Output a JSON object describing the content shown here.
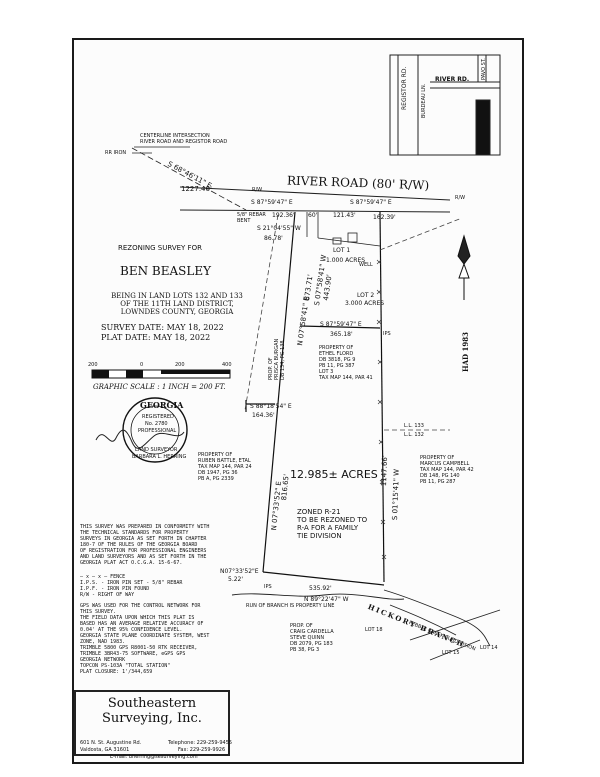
{
  "vicinity": {
    "registor_rd": "REGISTOR RD.",
    "river_rd": "RIVER RD.",
    "burdeau_ln": "BURDEAU LN.",
    "pavo_st": "PAVO ST.",
    "vertical_label": "HAD 1983"
  },
  "roads": {
    "river_road": "RIVER ROAD (80' R/W)",
    "rw_left": "R/W",
    "rw_right": "R/W",
    "hickory_branch": "HICKORY BRANCH"
  },
  "centerline": {
    "title": "CENTERLINE INTERSECTION",
    "subtitle": "RIVER ROAD AND REGISTOR ROAD",
    "rr_iron": "RR IRON",
    "bearing": "S 68°46'11\" E",
    "distance": "1227.46'"
  },
  "calls": {
    "top_line_bearing": "S 87°59'47\" E",
    "rebar_label": "5/8\" REBAR\nBENT",
    "dist_192": "192.36'",
    "dist_60": "60'",
    "dist_121": "121.43'",
    "dist_162": "162.39'",
    "bearing_21": "S 21°04'55\" W",
    "dist_86": "86.78'",
    "vertical_873": "873.71'",
    "bearing_07_58_41": "N 07°58'41\" E",
    "lot1_label": "LOT 1",
    "lot1_acres": "1.000 ACRES",
    "well": "WELL",
    "bearing_s07": "S 07°58'41\" W",
    "dist_443": "443.90'",
    "lot2_label": "LOT 2",
    "lot2_acres": "3.000 ACRES",
    "lot3_bearing": "S 87°59'47\" E",
    "lot3_dist": "365.18'",
    "ips": "IPS",
    "bearing_88": "S 88°18'54\" E",
    "dist_164": "164.36'",
    "ll133": "L.L. 133",
    "ll132": "L.L. 132",
    "total_acres": "12.985± ACRES",
    "west_bearing": "N 07°33'52\" E",
    "west_dist": "816.65'",
    "east_bearing": "S 01°15'41\" W",
    "east_dist": "1147.66'",
    "zoned_line1": "ZONED R-21",
    "zoned_line2": "TO BE REZONED TO",
    "zoned_line3": "R-A FOR A FAMILY",
    "zoned_line4": "TIE DIVISION",
    "sw_bearing": "N07°33'52\"E",
    "sw_dist": "5.22'",
    "ips2": "IPS",
    "bottom_dist": "535.92'",
    "bottom_bearing": "N 89°22'47\" W",
    "branch_note": "RUN OF BRANCH IS PROPERTY LINE"
  },
  "owners": {
    "ethel": "PROPERTY OF\nETHEL FLORD\nDB 3818, PG 9\nPB 11, PG 387\nLOT 3\nTAX MAP 144, PAR 41",
    "prisca": "PROP. OF\nPRISCA BURGAN\nDB 134, PG 138",
    "ruben": "PROPERTY OF\nRUBEN BATTLE, ETAL\nTAX MAP 144, PAR 24\nDB 1947, PG 36\nPB A, PG 2339",
    "marcus": "PROPERTY OF\nMARCUS CAMPBELL\nTAX MAP 144, PAR 42\nDB 148, PG 140\nPB 11, PG 287",
    "craig": "PROP. OF\nCRAIG CARDELLA\nSTEVE QUINN\nDB 2079, PG 183\nPB 38, PG 3",
    "lot18": "LOT 18",
    "lot15": "LOT 15",
    "lot14": "LOT 14",
    "pebble": "PEBBLE CREEK SUBDIVISION"
  },
  "title_block": {
    "heading": "REZONING SURVEY FOR",
    "client": "BEN BEASLEY",
    "desc1": "BEING IN LAND LOTS 132 AND 133",
    "desc2": "OF THE 11TH LAND DISTRICT,",
    "desc3": "LOWNDES COUNTY, GEORGIA",
    "survey_date": "SURVEY DATE:  MAY 18, 2022",
    "plat_date": "PLAT DATE:  MAY 18, 2022",
    "scale_0": "200",
    "scale_1": "0",
    "scale_2": "200",
    "scale_3": "400",
    "graphic_scale": "GRAPHIC SCALE : 1 INCH = 200 FT."
  },
  "seal": {
    "top": "GEORGIA",
    "registered": "REGISTERED",
    "no": "No. 2780",
    "professional": "PROFESSIONAL",
    "bottom": "LAND SURVEYOR",
    "name": "BARBARA L. HERRING"
  },
  "notes": {
    "conformity": "THIS SURVEY WAS PREPARED IN CONFORMITY WITH\nTHE TECHNICAL STANDARDS FOR PROPERTY\nSURVEYS IN GEORGIA AS SET FORTH IN CHAPTER\n180-7 OF THE RULES OF THE GEORGIA BOARD\nOF REGISTRATION FOR PROFESSIONAL ENGINEERS\nAND LAND SURVEYORS AND AS SET FORTH IN THE\nGEORGIA PLAT ACT O.C.G.A. 15-6-67.",
    "legend_fence": "— x — x —  FENCE",
    "legend_ips": "I.P.S.  -  IRON PIN SET  -  5/8\" REBAR",
    "legend_ipf": "I.P.F.  -  IRON PIN FOUND",
    "legend_rw": "R/W  -  RIGHT OF WAY",
    "gps": "GPS WAS USED FOR THE CONTROL NETWORK FOR\nTHIS SURVEY.\nTHE FIELD DATA UPON WHICH THIS PLAT IS\nBASED HAS AN AVERAGE RELATIVE ACCURACY OF\n0.04' AT THE 95% CONFIDENCE LEVEL.\nGEORGIA STATE PLANE COORDINATE SYSTEM, WEST\nZONE, NAD 1983.\nTRIMBLE 5800 GPS R8001-50 RTK RECEIVER,\nTRIMBLE 3BR43-75 SOFTWARE, eGPS GPS\nGEORGIA NETWORK\nTOPCON PS-103A \"TOTAL STATION\"\nPLAT CLOSURE: 1'/344,659"
  },
  "company": {
    "name1": "Southeastern",
    "name2": "Surveying, Inc.",
    "addr1": "601 N. St. Augustine Rd.",
    "addr2": "Valdosta, GA  31601",
    "tel": "Telephone: 229-259-9455",
    "fax": "Fax: 229-259-9926",
    "email": "E-mail: bherring@sesurveying.com"
  }
}
